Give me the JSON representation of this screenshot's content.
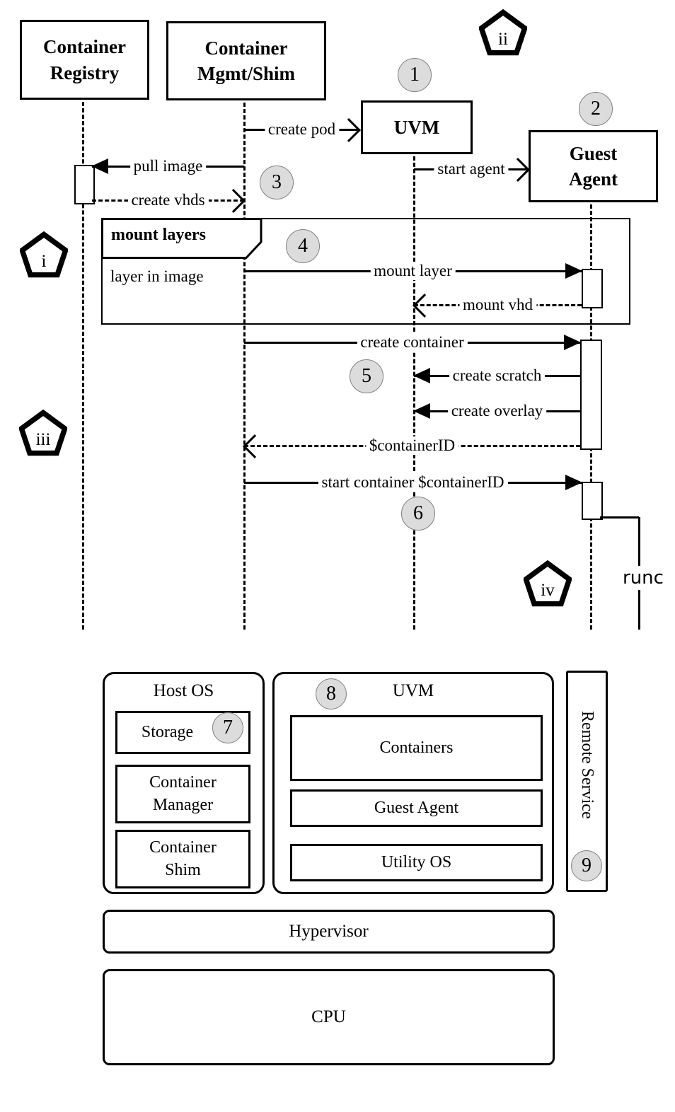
{
  "sequence": {
    "actors": [
      {
        "label": "Container Registry"
      },
      {
        "label": "Container Mgmt/Shim"
      },
      {
        "label": "UVM"
      },
      {
        "label": "Guest Agent"
      }
    ],
    "messages": [
      {
        "label": "create pod"
      },
      {
        "label": "pull image"
      },
      {
        "label": "create vhds"
      },
      {
        "label": "start agent"
      },
      {
        "label": "mount layer"
      },
      {
        "label": "mount vhd"
      },
      {
        "label": "create container"
      },
      {
        "label": "create scratch"
      },
      {
        "label": "create overlay"
      },
      {
        "label": "$containerID"
      },
      {
        "label": "start container $containerID"
      }
    ],
    "fragment": {
      "title": "mount layers",
      "guard": "layer in image"
    },
    "runc_label": "runc",
    "steps": [
      "1",
      "2",
      "3",
      "4",
      "5",
      "6",
      "7",
      "8",
      "9"
    ],
    "badges": [
      "i",
      "ii",
      "iii",
      "iv"
    ]
  },
  "architecture": {
    "host_os": {
      "title": "Host OS",
      "components": [
        "Storage",
        "Container Manager",
        "Container Shim"
      ]
    },
    "uvm": {
      "title": "UVM",
      "components": [
        "Containers",
        "Guest Agent",
        "Utility OS"
      ]
    },
    "remote_service_label": "Remote Service",
    "hypervisor_label": "Hypervisor",
    "cpu_label": "CPU"
  },
  "colors": {
    "ink": "#000000",
    "background": "#ffffff",
    "step_circle_fill": "#dcdcdc"
  }
}
